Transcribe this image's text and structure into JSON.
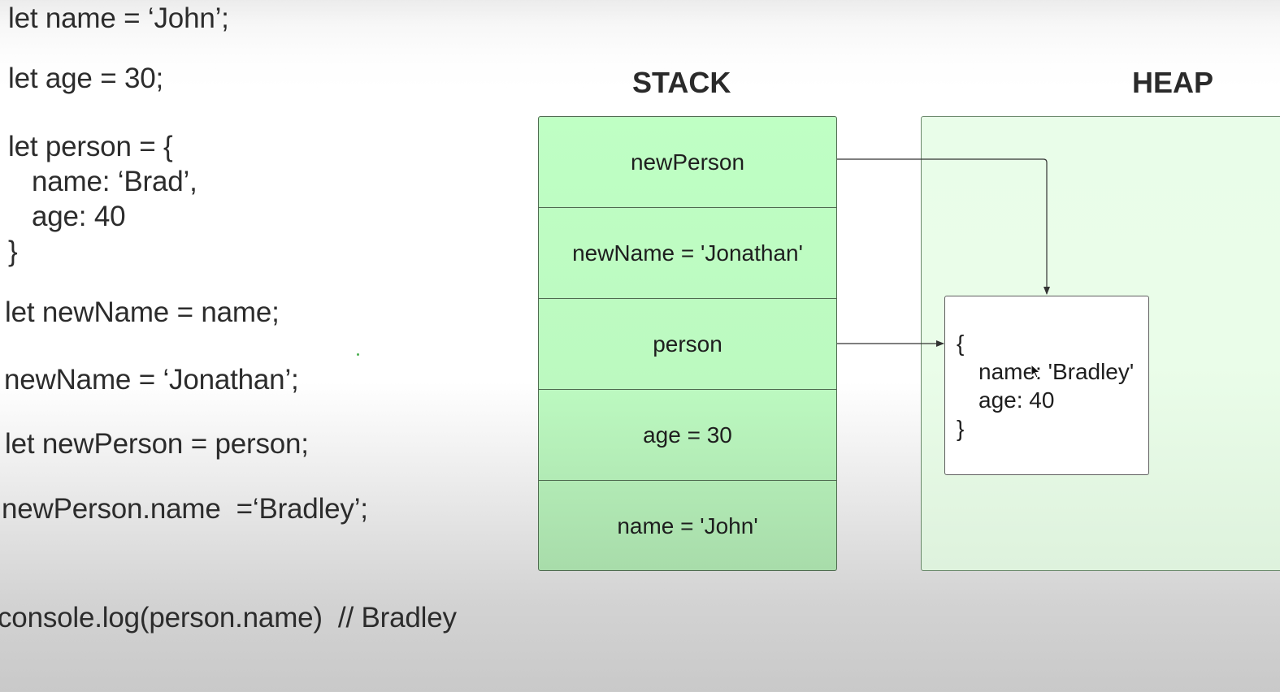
{
  "code": {
    "lines": [
      "let name = ‘John’;",
      "let age = 30;",
      "let person = {",
      "name: ‘Brad’,",
      "age: 40",
      "}",
      "let newName = name;",
      "newName = ‘Jonathan’;",
      "let newPerson = person;",
      "newPerson.name  =‘Bradley’;",
      "console.log(person.name)  // Bradley"
    ]
  },
  "stack": {
    "title": "STACK",
    "cells": [
      "newPerson",
      "newName = 'Jonathan'",
      "person",
      "age = 30",
      "name = 'John'"
    ]
  },
  "heap": {
    "title": "HEAP",
    "object": {
      "open": "{",
      "line1": "name: 'Bradley'",
      "line2": "age: 40",
      "close": "}"
    }
  },
  "colors": {
    "stack_fill": "#bfffc4",
    "heap_fill": "#e9fde9",
    "border": "#4f6b50",
    "arrow": "#333333"
  },
  "icons": [
    "mouse-cursor-icon"
  ]
}
